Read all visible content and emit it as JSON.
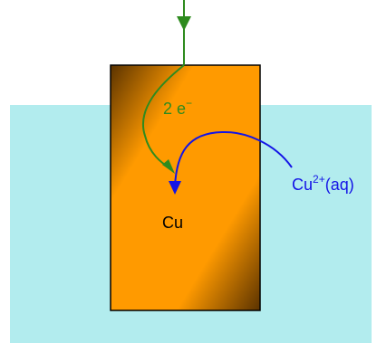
{
  "electrode": {
    "label": "Cu"
  },
  "electrons": {
    "label": "2 e",
    "superscript": "−"
  },
  "ion": {
    "base": "Cu",
    "superscript": "2+",
    "suffix": "(aq)"
  },
  "colors": {
    "solution": "#b2ecee",
    "electrode_light": "#ff9a00",
    "electrode_dark": "#5a3200",
    "electron_path": "#2e8b1e",
    "ion_path": "#1414e6",
    "text": "#000000"
  }
}
